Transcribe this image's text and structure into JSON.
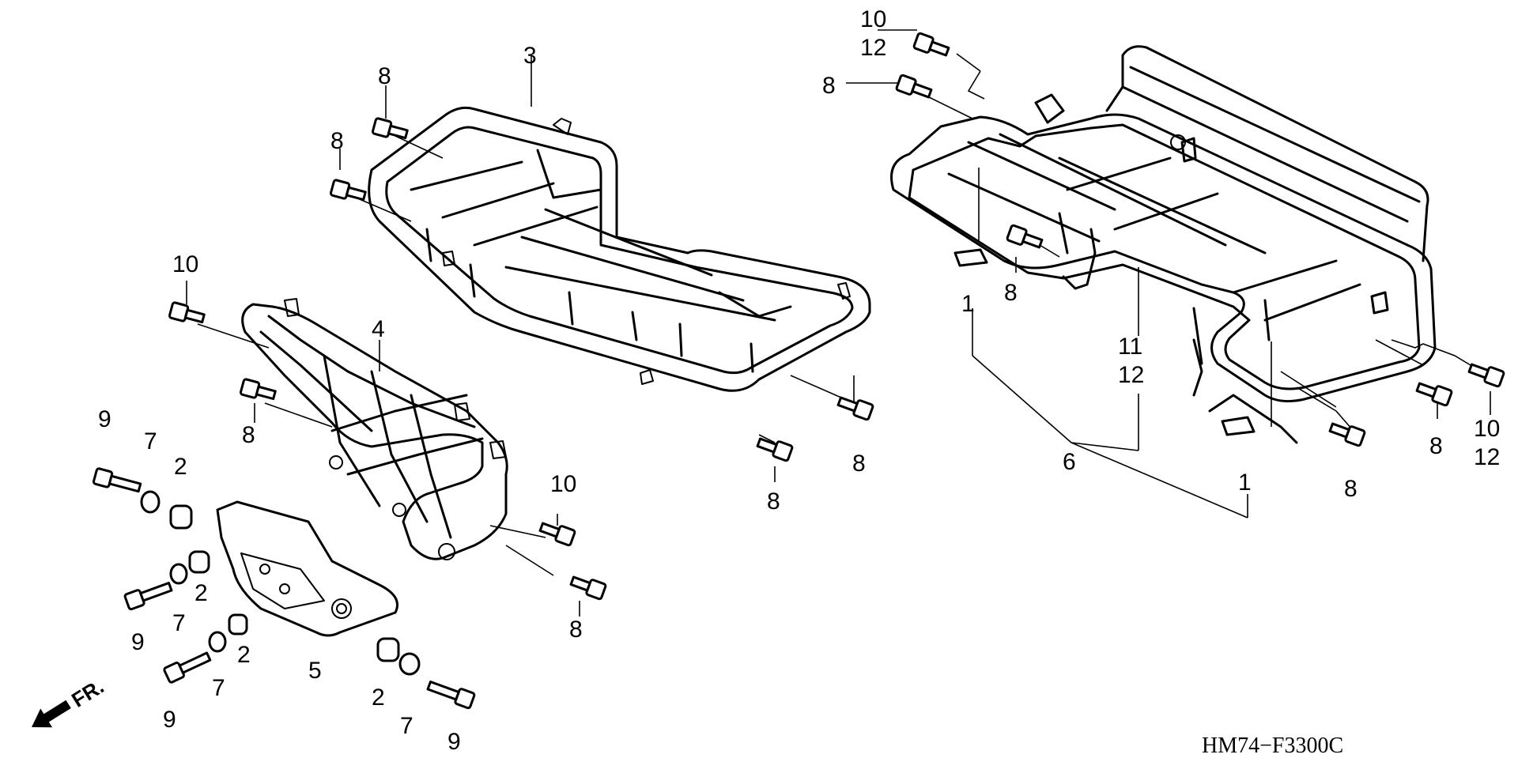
{
  "diagram_code": "HM74−F3300C",
  "direction_label": "FR.",
  "callouts": {
    "c10_top": "10",
    "c12_top": "12",
    "c8_tr_a": "8",
    "c3": "3",
    "c8_tl_a": "8",
    "c8_tl_b": "8",
    "c10_left": "10",
    "c4": "4",
    "c8_left": "8",
    "c9_a": "9",
    "c7_a": "7",
    "c2_a": "2",
    "c2_b": "2",
    "c9_b": "9",
    "c7_b": "7",
    "c2_c": "2",
    "c9_c": "9",
    "c7_c": "7",
    "c5": "5",
    "c2_d": "2",
    "c7_d": "7",
    "c9_d": "9",
    "c10_mid": "10",
    "c8_mid": "8",
    "c8_front_a": "8",
    "c8_front_b": "8",
    "c1_a": "1",
    "c8_rack_r": "8",
    "c11": "11",
    "c12_mid": "12",
    "c6": "6",
    "c1_b": "1",
    "c8_r_a": "8",
    "c8_r_b": "8",
    "c10_r": "10",
    "c12_r": "12"
  },
  "icons": [
    "bolt-icon",
    "washer-icon",
    "nut-icon",
    "arrow-icon"
  ]
}
